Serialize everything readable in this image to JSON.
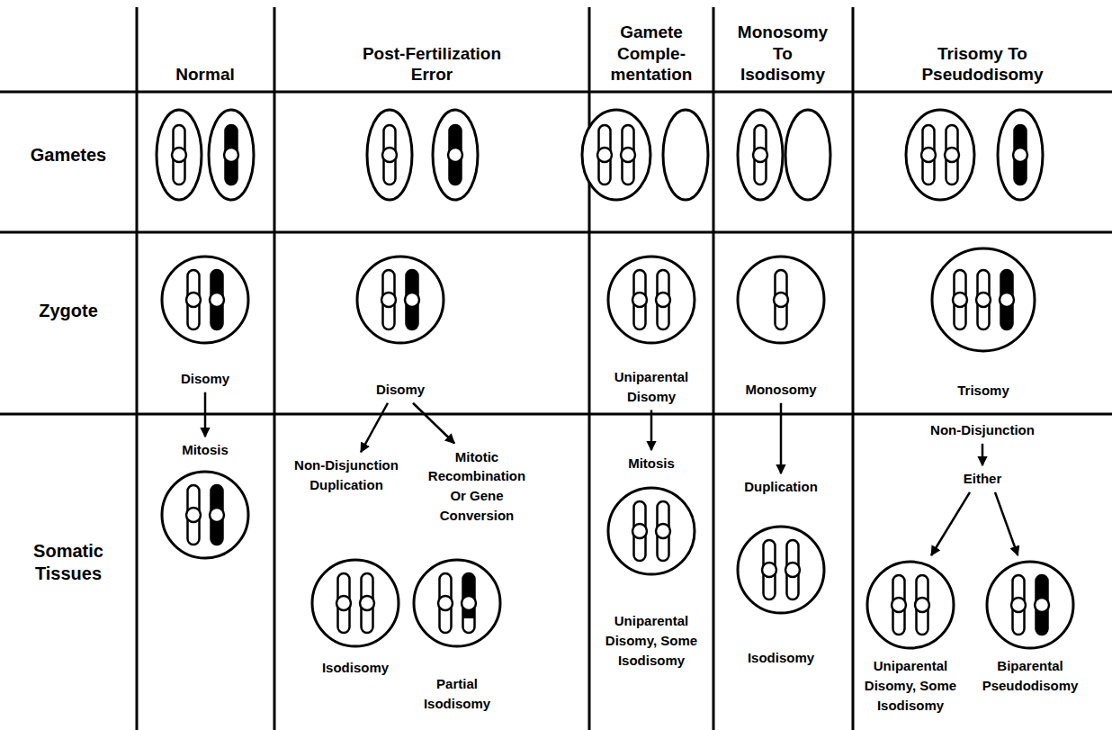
{
  "diagram": {
    "nodes": [
      {
        "text": [
          "Disomy"
        ]
      },
      {
        "text": [
          "Disomy"
        ]
      },
      {
        "text": [
          "Uniparental Disomy"
        ]
      },
      {
        "text": [
          "Monosomy"
        ]
      },
      {
        "text": [
          "Trisomy"
        ]
      },
      {
        "text": [
          "Mitosis"
        ]
      },
      {
        "text": [
          "Non-Disjunction Duplication"
        ]
      },
      {
        "text": [
          "Mitotic Recombination Or Gene Conversion"
        ]
      },
      {
        "text": [
          "Mitosis"
        ]
      },
      {
        "text": [
          "Duplication"
        ]
      },
      {
        "text": [
          "Non-Disjunction"
        ]
      },
      {
        "text": [
          "Either"
        ]
      },
      {
        "text": [
          "Isodisomy"
        ]
      },
      {
        "text": [
          "Partial Isodisomy"
        ]
      },
      {
        "text": [
          "Uniparental Disomy, Some Isodisomy"
        ]
      },
      {
        "text": [
          "Isodisomy"
        ]
      },
      {
        "text": [
          "Uniparental Disomy, Some Isodisomy"
        ]
      },
      {
        "text": [
          "Biparental Pseudodisomy"
        ]
      }
    ],
    "edges": [
      {
        "from": 0,
        "to": 5,
        "arrow": "to"
      },
      {
        "from": 1,
        "to": 6,
        "arrow": "to"
      },
      {
        "from": 1,
        "to": 7,
        "arrow": "to"
      },
      {
        "from": 2,
        "to": 8,
        "arrow": "to"
      },
      {
        "from": 3,
        "to": 9,
        "arrow": "to"
      },
      {
        "from": 10,
        "to": 11,
        "arrow": "to"
      },
      {
        "from": 11,
        "to": 16,
        "arrow": "to"
      },
      {
        "from": 11,
        "to": 17,
        "arrow": "to"
      }
    ],
    "labels": [
      "Normal",
      "Post-Fertilization Error",
      "Gamete Comple- mentation",
      "Monosomy To Isodisomy",
      "Trisomy To Pseudodisomy",
      "Gametes",
      "Zygote",
      "Somatic Tissues"
    ]
  }
}
